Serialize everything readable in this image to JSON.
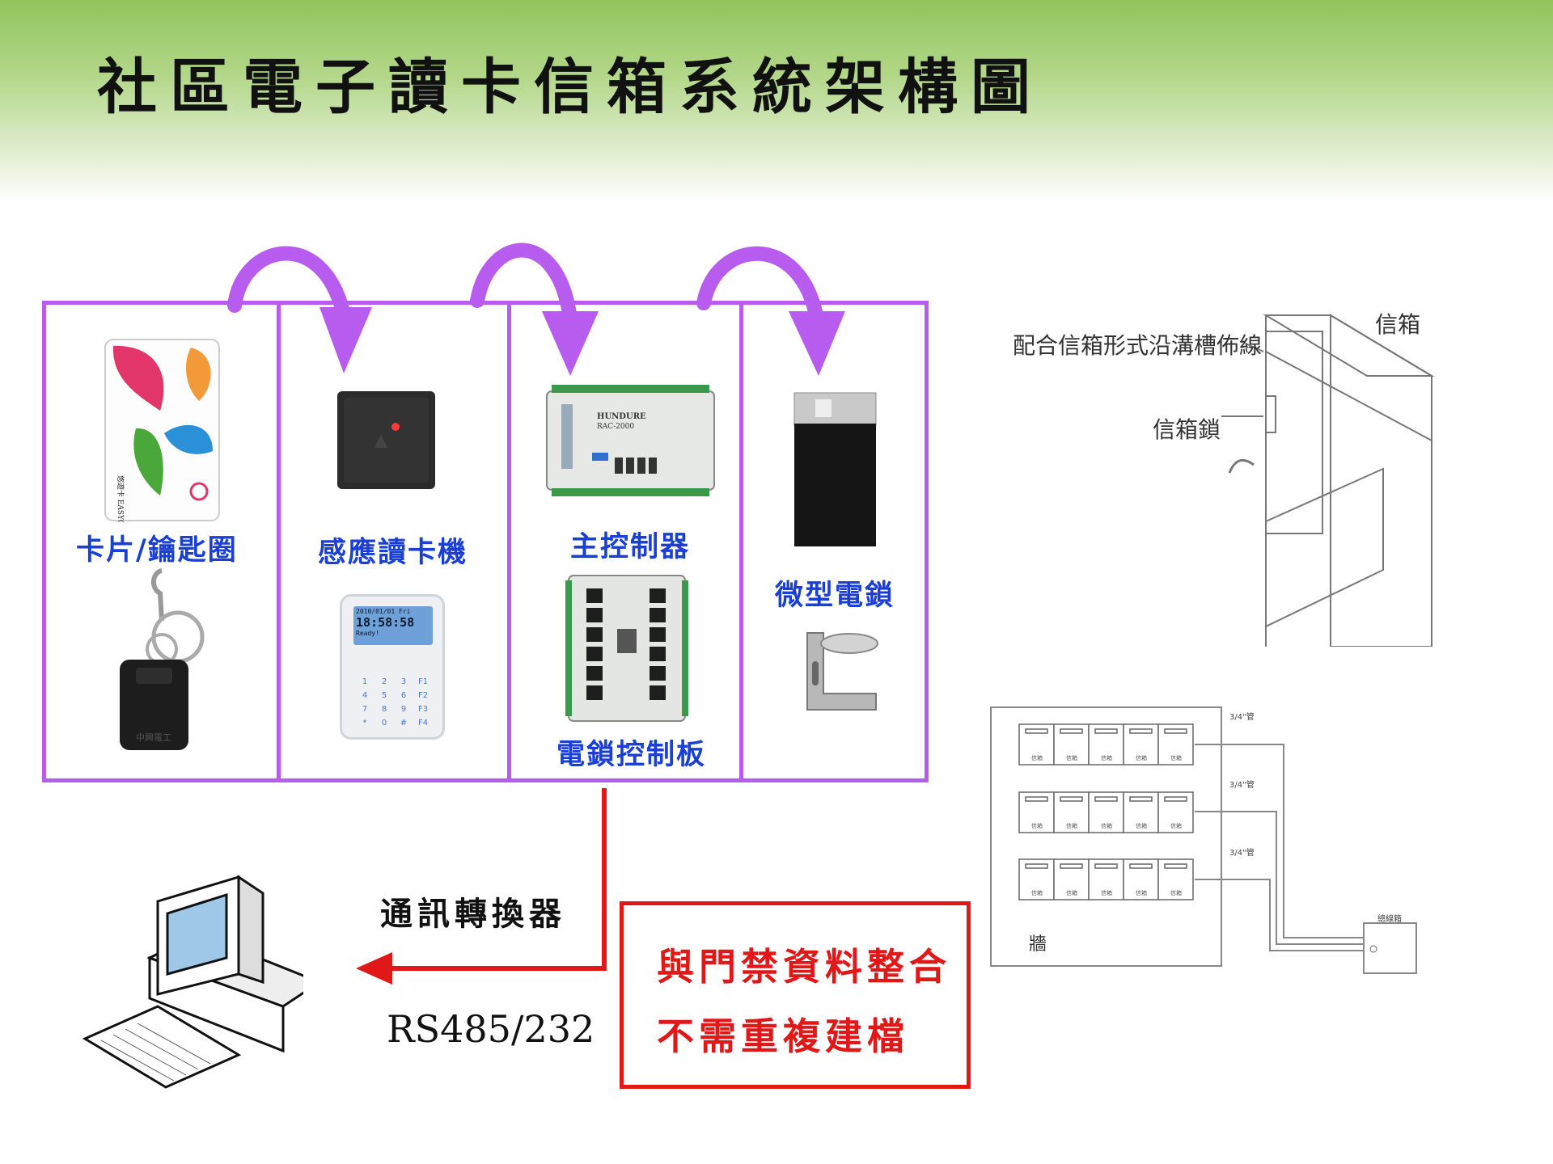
{
  "title": "社區電子讀卡信箱系統架構圖",
  "colors": {
    "panel_border": "#b85cf0",
    "label_blue": "#1a3fd6",
    "accent_red": "#e01818",
    "header_green": "#8fc45b"
  },
  "panels": {
    "card": {
      "label": "卡片/鑰匙圈",
      "card_text": "悠遊卡 EASYCARD",
      "fob_text": "中興電工"
    },
    "reader": {
      "label": "感應讀卡機",
      "screen_date": "2010/01/01 Fri",
      "screen_time": "18:58:58",
      "screen_status": "Ready!",
      "keys": [
        "1",
        "2",
        "3",
        "F1",
        "4",
        "5",
        "6",
        "F2",
        "7",
        "8",
        "9",
        "F3",
        "*",
        "0",
        "#",
        "F4"
      ]
    },
    "controller": {
      "label": "主控制器",
      "sub_label": "電鎖控制板",
      "brand": "HUNDURE",
      "model": "RAC-2000"
    },
    "lock": {
      "label": "微型電鎖"
    }
  },
  "converter": {
    "label": "通訊轉換器",
    "protocol": "RS485/232"
  },
  "integration_box": {
    "line1": "與門禁資料整合",
    "line2": "不需重複建檔"
  },
  "mailbox_diagram": {
    "mailbox_label": "信箱",
    "wiring_label": "配合信箱形式沿溝槽佈線",
    "lock_label": "信箱鎖",
    "wall_label": "牆",
    "conduit_label": "3/4\"管",
    "junction_label": "總線箱",
    "cell_label": "信箱"
  },
  "icons": [
    "smart-card-icon",
    "key-fob-icon",
    "card-reader-icon",
    "keypad-reader-icon",
    "controller-board-icon",
    "lock-board-icon",
    "mini-lock-icon",
    "lock-bracket-icon",
    "computer-icon"
  ]
}
